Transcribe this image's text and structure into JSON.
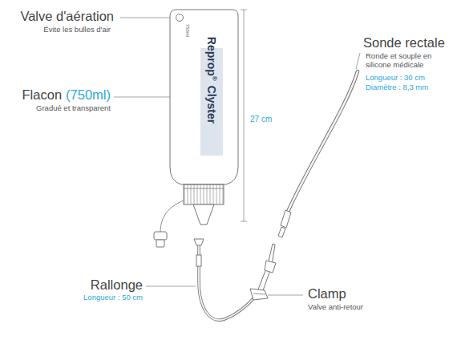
{
  "diagram": {
    "labels": [
      "Valve d'aération",
      "Évite les bulles d'air",
      "750ml",
      "Reprop",
      "®",
      "Clyster",
      "27 cm",
      "Flacon",
      "(750ml)",
      "Gradué et transparent",
      "Sonde rectale",
      "Ronde et souple en silicone médicale",
      "Longueur : 30 cm",
      "Diamètre : 8,3 mm",
      "Rallonge",
      "Longueur : 50 cm",
      "Clamp",
      "Valve anti-retour"
    ]
  }
}
